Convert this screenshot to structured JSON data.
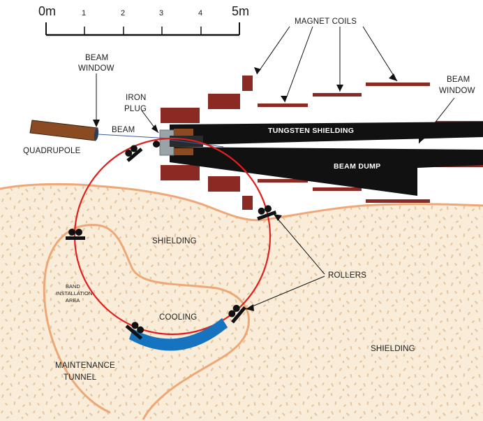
{
  "scale": {
    "start_label": "0m",
    "tick_labels": [
      "1",
      "2",
      "3",
      "4"
    ],
    "end_label": "5m"
  },
  "labels": {
    "magnet_coils": "MAGNET COILS",
    "beam_window_left_1": "BEAM",
    "beam_window_left_2": "WINDOW",
    "beam_window_right_1": "BEAM",
    "beam_window_right_2": "WINDOW",
    "iron_plug_1": "IRON",
    "iron_plug_2": "PLUG",
    "beam": "BEAM",
    "quadrupole": "QUADRUPOLE",
    "tungsten_shielding": "TUNGSTEN SHIELDING",
    "beam_dump": "BEAM DUMP",
    "shielding_center": "SHIELDING",
    "shielding_right": "SHIELDING",
    "rollers": "ROLLERS",
    "band_installation_1": "BAND",
    "band_installation_2": "INSTALLATION",
    "band_installation_3": "AREA",
    "cooling": "COOLING",
    "maintenance_1": "MAINTENANCE",
    "maintenance_2": "TUNNEL"
  },
  "colors": {
    "magnet": "#8a2a23",
    "shielding_black": "#111111",
    "ring": "#e0201e",
    "cooling": "#1673c0",
    "quadrupole": "#8a4b22",
    "iron_plug": "#9aa3a8",
    "tunnel_line": "#eea877",
    "sand": "#efd8b4",
    "sand_dark": "#deba88"
  }
}
